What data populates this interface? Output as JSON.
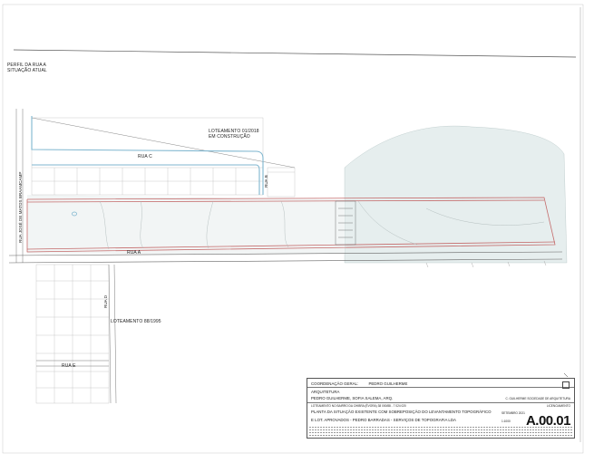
{
  "profile": {
    "title": "PERFIL DA RUA A",
    "subtitle": "SITUAÇÃO ATUAL"
  },
  "streets": {
    "rua_a": "RUA A",
    "rua_b": "RUA B",
    "rua_c": "RUA C",
    "rua_d": "RUA D",
    "rua_e": "RUA E",
    "rua_jose": "RUA JOSÉ DE MATOS BRAAMCAMP"
  },
  "lots": {
    "under_construction_line1": "LOTEAMENTO 01/2018",
    "under_construction_line2": "EM CONSTRUÇÃO",
    "existing": "LOTEAMENTO 88/1995"
  },
  "title_block": {
    "coordination_label": "COORDENAÇÃO GERAL:",
    "coordination_name": "PEDRO GUILHERME",
    "discipline": "ARQUITETURA",
    "authors": "PEDRO GUILHERME, SOFIA SALEMA, ARQ.",
    "logo_text": "C. GUILHERME SOCIEDADE DE ARQUITETURA",
    "project": "LOTEAMENTO NO BAIRRO DA CHIBRA (ÉVORA) 38 000/88 - 7 024 020",
    "drawing_title": "PLANTA DA SITUAÇÃO EXISTENTE COM SOBREPOSIÇÃO DO LEVANTAMENTO TOPOGRÁFICO",
    "survey": "E LOT. APROVADOS - PEDRO BARRADAS - SERVIÇOS DE TOPOGRAFIA LDA",
    "date": "SETEMBRO 2021",
    "scale": "1:1000",
    "code": "LICENCIAMENTO",
    "sheet_number": "A.00.01"
  },
  "colors": {
    "water": "#7fb6cf",
    "boundary": "#c46a6a",
    "terrain": "#e4ecec",
    "lines": "#8a8a8a"
  }
}
